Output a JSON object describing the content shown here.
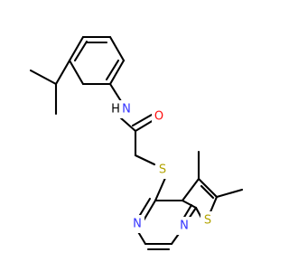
{
  "colors": {
    "bond": "#000000",
    "N": "#3333ff",
    "O": "#ff0d0d",
    "S": "#b2a300"
  },
  "atoms": {
    "amide_n": "N",
    "amide_h": "H",
    "carbonyl_o": "O",
    "thioether_s": "S",
    "pyrimidine_n3": "N",
    "pyrimidine_n1": "N",
    "thiophene_s": "S"
  }
}
